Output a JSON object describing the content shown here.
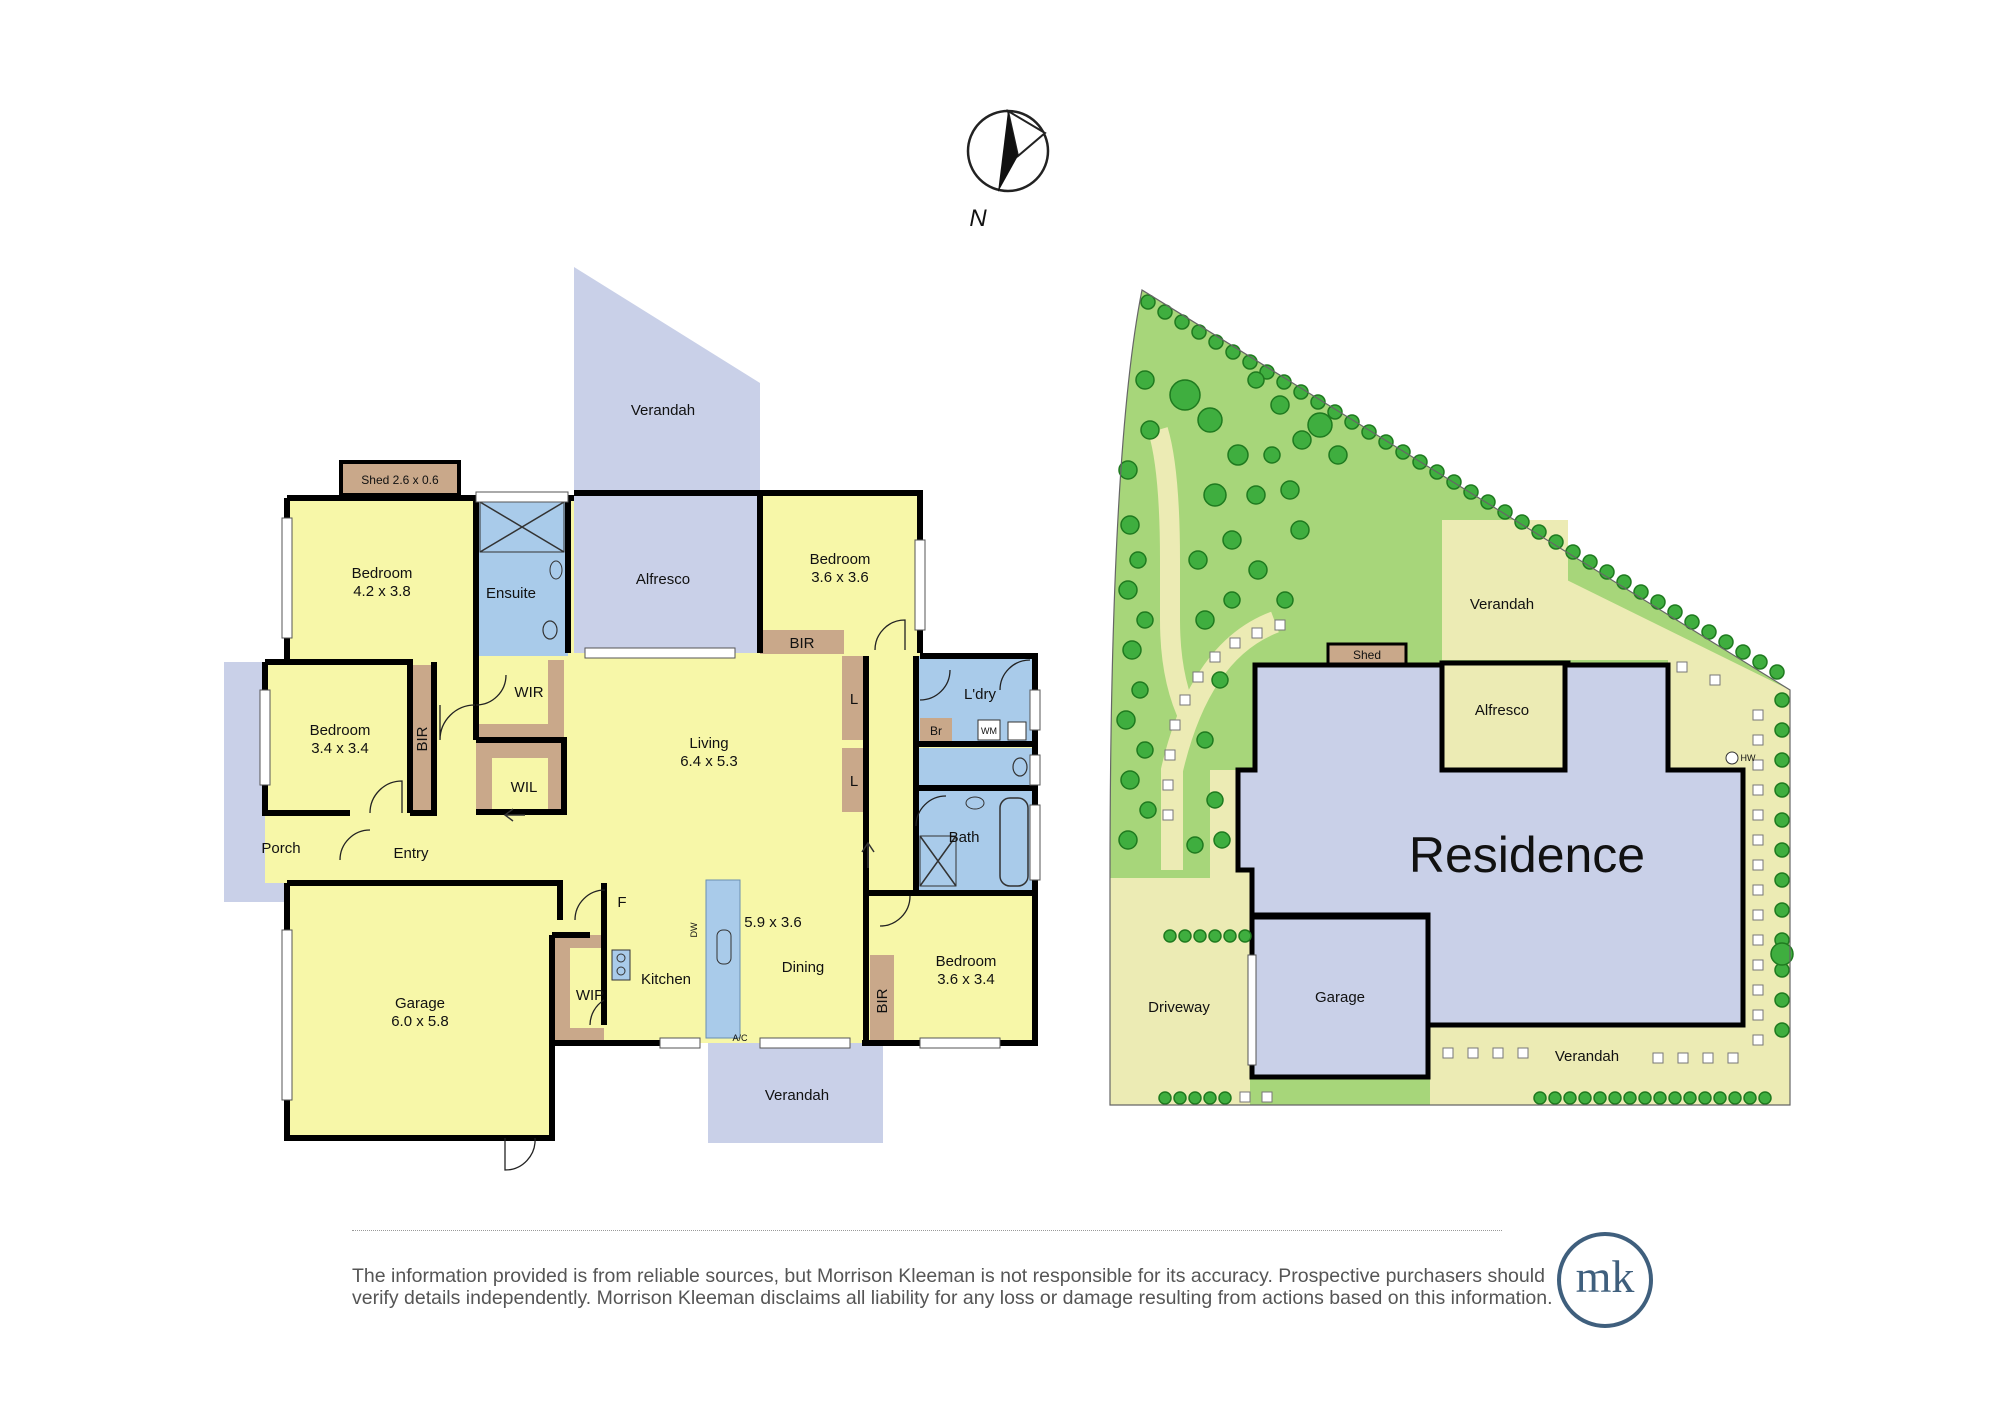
{
  "colors": {
    "room": "#f7f7a8",
    "outdoor": "#c9d0e8",
    "wet": "#a9cbea",
    "storage": "#c9a88a",
    "lawn": "#a7d67a",
    "tree": "#3fae3f",
    "paving": "#ecebb4",
    "residence": "#c9d0e8",
    "logo": "#3f5f7d"
  },
  "compass": {
    "label": "N"
  },
  "floor": {
    "verandah_top": "Verandah",
    "shed": "Shed 2.6 x 0.6",
    "bed1_name": "Bedroom",
    "bed1_size": "4.2 x 3.8",
    "ensuite": "Ensuite",
    "alfresco": "Alfresco",
    "bed2_name": "Bedroom",
    "bed2_size": "3.6 x 3.6",
    "bir_top": "BIR",
    "laundry": "L'dry",
    "br": "Br",
    "wm": "WM",
    "bed3_name": "Bedroom",
    "bed3_size": "3.4 x 3.4",
    "bir_left": "BIR",
    "wir": "WIR",
    "wil": "WIL",
    "living_name": "Living",
    "living_size": "6.4 x 5.3",
    "linen1": "L",
    "linen2": "L",
    "bath": "Bath",
    "porch": "Porch",
    "entry": "Entry",
    "fridge": "F",
    "dw": "DW",
    "dining_size": "5.9 x 3.6",
    "dining": "Dining",
    "kitchen": "Kitchen",
    "wip": "WIP",
    "ac": "A/C",
    "bed4_name": "Bedroom",
    "bed4_size": "3.6 x 3.4",
    "bir_right": "BIR",
    "garage_name": "Garage",
    "garage_size": "6.0 x 5.8",
    "verandah_bottom": "Verandah"
  },
  "site": {
    "verandah_top": "Verandah",
    "shed": "Shed",
    "alfresco": "Alfresco",
    "hw": "HW",
    "residence": "Residence",
    "driveway": "Driveway",
    "garage": "Garage",
    "verandah_bottom": "Verandah"
  },
  "disclaimer": {
    "line1": "The information provided is from reliable sources, but Morrison Kleeman is not responsible for its accuracy. Prospective purchasers should",
    "line2": "verify details independently. Morrison Kleeman disclaims all liability for any loss or damage resulting from actions based on this information."
  },
  "logo": {
    "text": "mk"
  }
}
